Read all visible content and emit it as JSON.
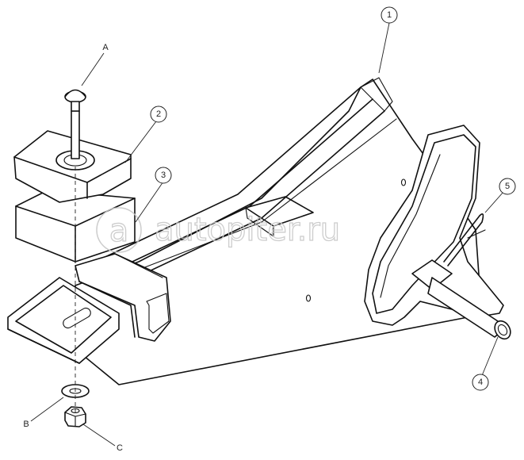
{
  "watermark": {
    "text": "autopiter.ru",
    "glyph": "a"
  },
  "callouts": [
    {
      "label": "1"
    },
    {
      "label": "2"
    },
    {
      "label": "3"
    },
    {
      "label": "4"
    },
    {
      "label": "5"
    }
  ],
  "letters": [
    {
      "label": "A"
    },
    {
      "label": "B"
    },
    {
      "label": "C"
    }
  ],
  "colors": {
    "line": "#111111",
    "watermark": "#c8c8c8",
    "background": "#ffffff"
  }
}
